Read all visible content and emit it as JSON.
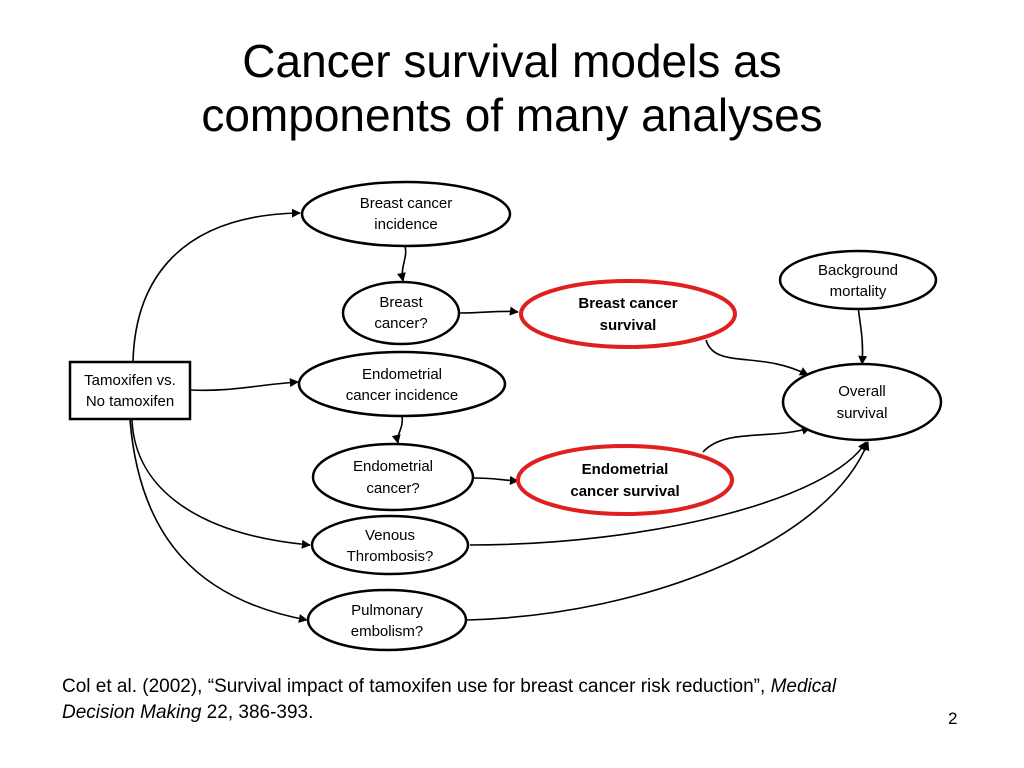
{
  "slide": {
    "title_line1": "Cancer survival models as",
    "title_line2": "components of many analyses",
    "page_number": "2"
  },
  "diagram": {
    "nodes": {
      "tamoxifen": {
        "line1": "Tamoxifen vs.",
        "line2": "No tamoxifen"
      },
      "breast_incidence": {
        "line1": "Breast cancer",
        "line2": "incidence"
      },
      "breast_cancer": {
        "line1": "Breast",
        "line2": "cancer?"
      },
      "breast_survival": {
        "line1": "Breast cancer",
        "line2": "survival"
      },
      "background_mortality": {
        "line1": "Background",
        "line2": "mortality"
      },
      "endometrial_incidence": {
        "line1": "Endometrial",
        "line2": "cancer incidence"
      },
      "overall_survival": {
        "line1": "Overall",
        "line2": "survival"
      },
      "endometrial_cancer": {
        "line1": "Endometrial",
        "line2": "cancer?"
      },
      "endometrial_survival": {
        "line1": "Endometrial",
        "line2": "cancer survival"
      },
      "venous_thrombosis": {
        "line1": "Venous",
        "line2": "Thrombosis?"
      },
      "pulmonary_embolism": {
        "line1": "Pulmonary",
        "line2": "embolism?"
      }
    },
    "colors": {
      "highlight": "#e02020",
      "stroke": "#000000"
    }
  },
  "citation": {
    "part1": "Col et al. (2002), “Survival impact of tamoxifen use for breast cancer risk reduction”, ",
    "journal": "Medical Decision Making",
    "part2": " 22, 386-393."
  }
}
